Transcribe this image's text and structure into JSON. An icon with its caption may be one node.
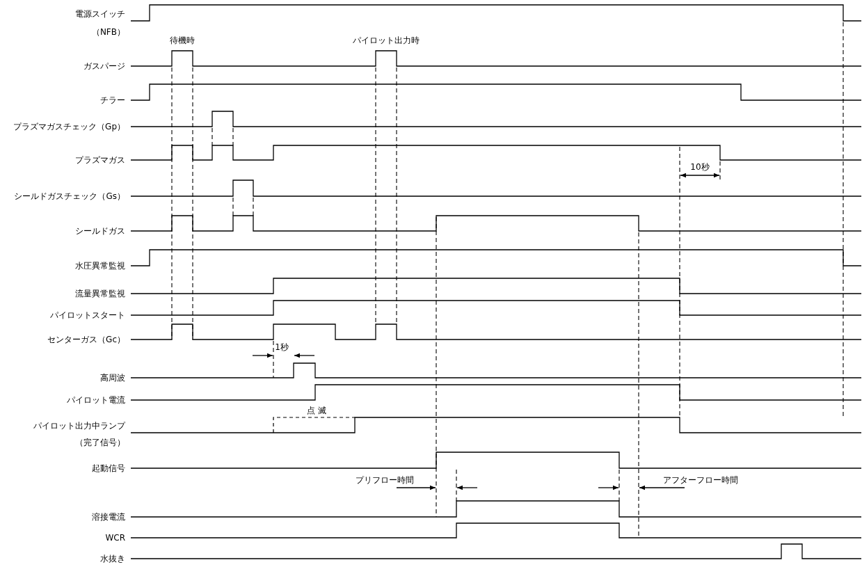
{
  "diagram": {
    "labels": [
      "電源スイッチ",
      "（NFB）",
      "待機時",
      "パイロット出力時",
      "ガスパージ",
      "チラー",
      "プラズマガスチェック（Gp）",
      "プラズマガス",
      "10秒",
      "シールドガスチェック（Gs）",
      "シールドガス",
      "水圧異常監視",
      "流量異常監視",
      "パイロットスタート",
      "センターガス（Gc）",
      "1秒",
      "高周波",
      "パイロット電流",
      "点 滅",
      "パイロット出力中ランプ",
      "（完了信号）",
      "起動信号",
      "プリフロー時間",
      "アフターフロー時間",
      "溶接電流",
      "WCR",
      "水抜き"
    ]
  }
}
